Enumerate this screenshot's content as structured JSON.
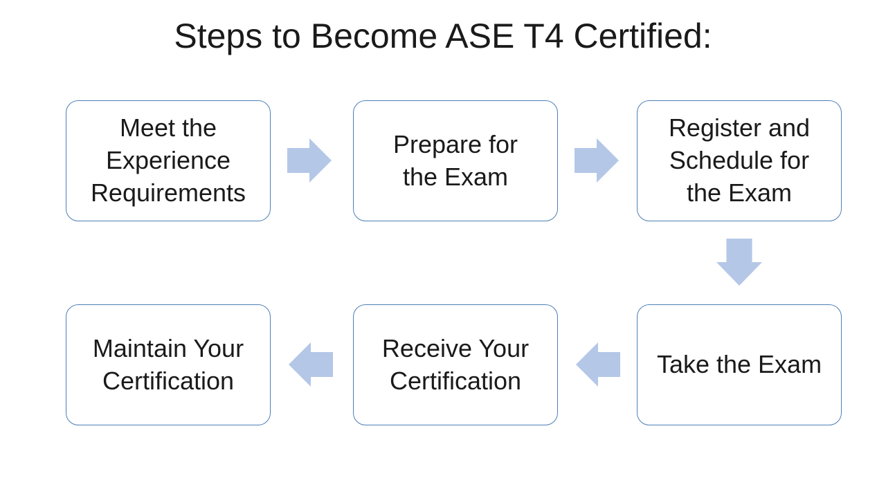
{
  "title": "Steps to Become ASE T4 Certified:",
  "colors": {
    "background": "#ffffff",
    "box_fill": "#ffffff",
    "box_border": "#4d7fb5",
    "arrow_fill": "#b4c7e7",
    "text": "#1a1a1a"
  },
  "steps": [
    {
      "id": 1,
      "label": "Meet the\nExperience\nRequirements"
    },
    {
      "id": 2,
      "label": "Prepare for\nthe Exam"
    },
    {
      "id": 3,
      "label": "Register and\nSchedule for\nthe Exam"
    },
    {
      "id": 4,
      "label": "Take the Exam"
    },
    {
      "id": 5,
      "label": "Receive Your\nCertification"
    },
    {
      "id": 6,
      "label": "Maintain Your\nCertification"
    }
  ],
  "connections": [
    {
      "from": 1,
      "to": 2,
      "direction": "right"
    },
    {
      "from": 2,
      "to": 3,
      "direction": "right"
    },
    {
      "from": 3,
      "to": 4,
      "direction": "down"
    },
    {
      "from": 4,
      "to": 5,
      "direction": "left"
    },
    {
      "from": 5,
      "to": 6,
      "direction": "left"
    }
  ]
}
